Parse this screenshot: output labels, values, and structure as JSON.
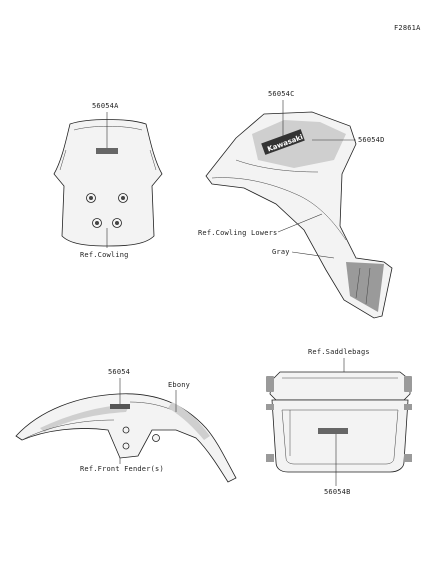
{
  "figure_code": "F2861A",
  "windshield": {
    "decal_part": "56054A",
    "ref_label": "Ref.Cowling"
  },
  "cowling_lower": {
    "decal_part_top": "56054C",
    "decal_part_side": "56054D",
    "ref_label": "Ref.Cowling Lowers",
    "color_label": "Gray",
    "decal_text": "Kawasaki"
  },
  "front_fender": {
    "decal_part": "56054",
    "color_label": "Ebony",
    "ref_label": "Ref.Front Fender(s)"
  },
  "saddlebag": {
    "ref_label": "Ref.Saddlebags",
    "decal_part": "56054B"
  }
}
